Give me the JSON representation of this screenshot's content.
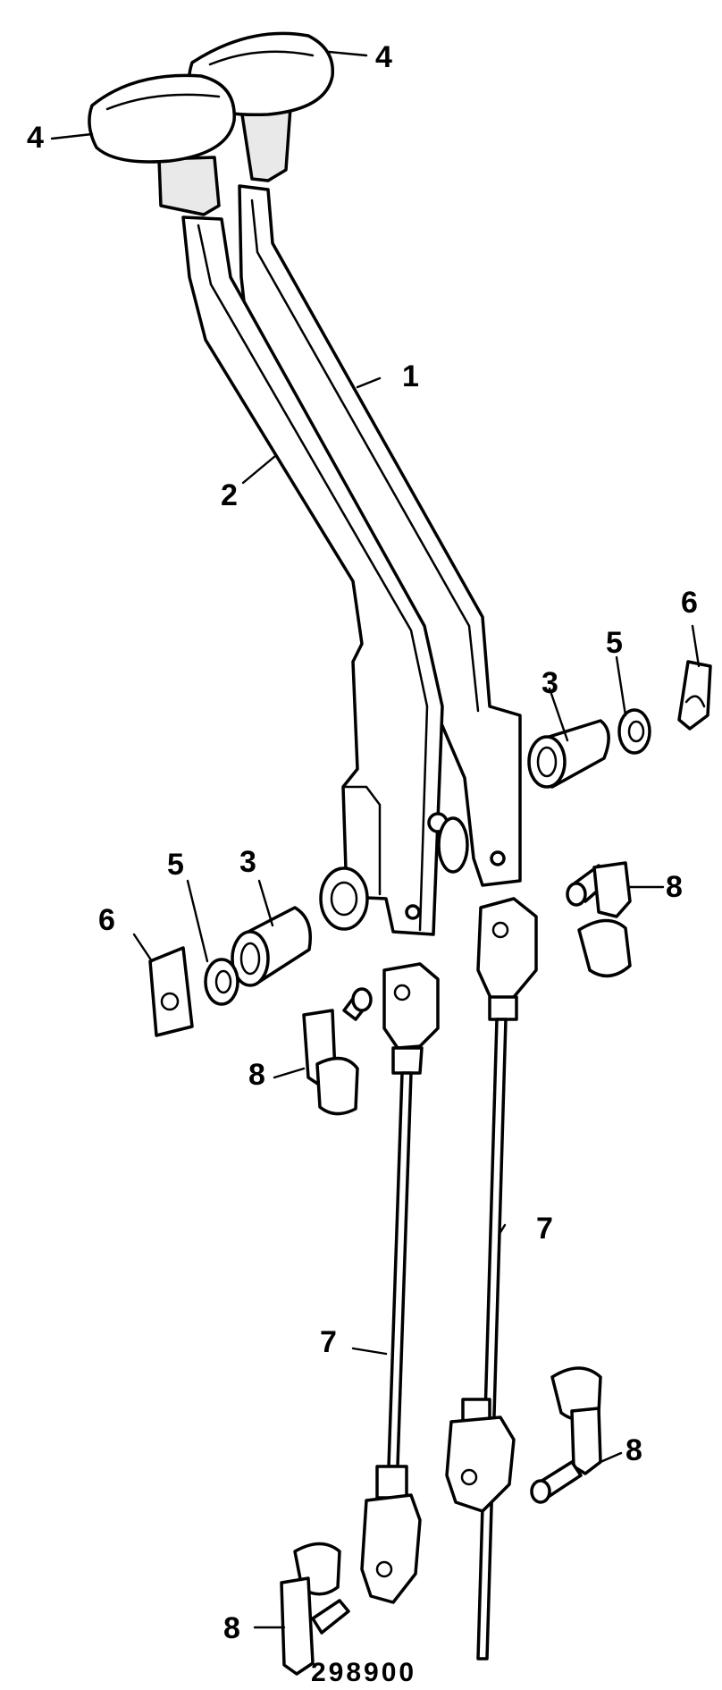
{
  "figure_number": "298900",
  "callouts": {
    "lever_1": "1",
    "lever_2": "2",
    "bush_3_right": "3",
    "bush_3_left": "3",
    "knob_4_top": "4",
    "knob_4_left": "4",
    "washer_5_right": "5",
    "washer_5_left": "5",
    "clip_6_right": "6",
    "clip_6_left": "6",
    "rod_7_right": "7",
    "rod_7_left": "7",
    "pin_8_upper_right": "8",
    "pin_8_upper_left": "8",
    "pin_8_lower_right": "8",
    "pin_8_lower_left": "8"
  }
}
